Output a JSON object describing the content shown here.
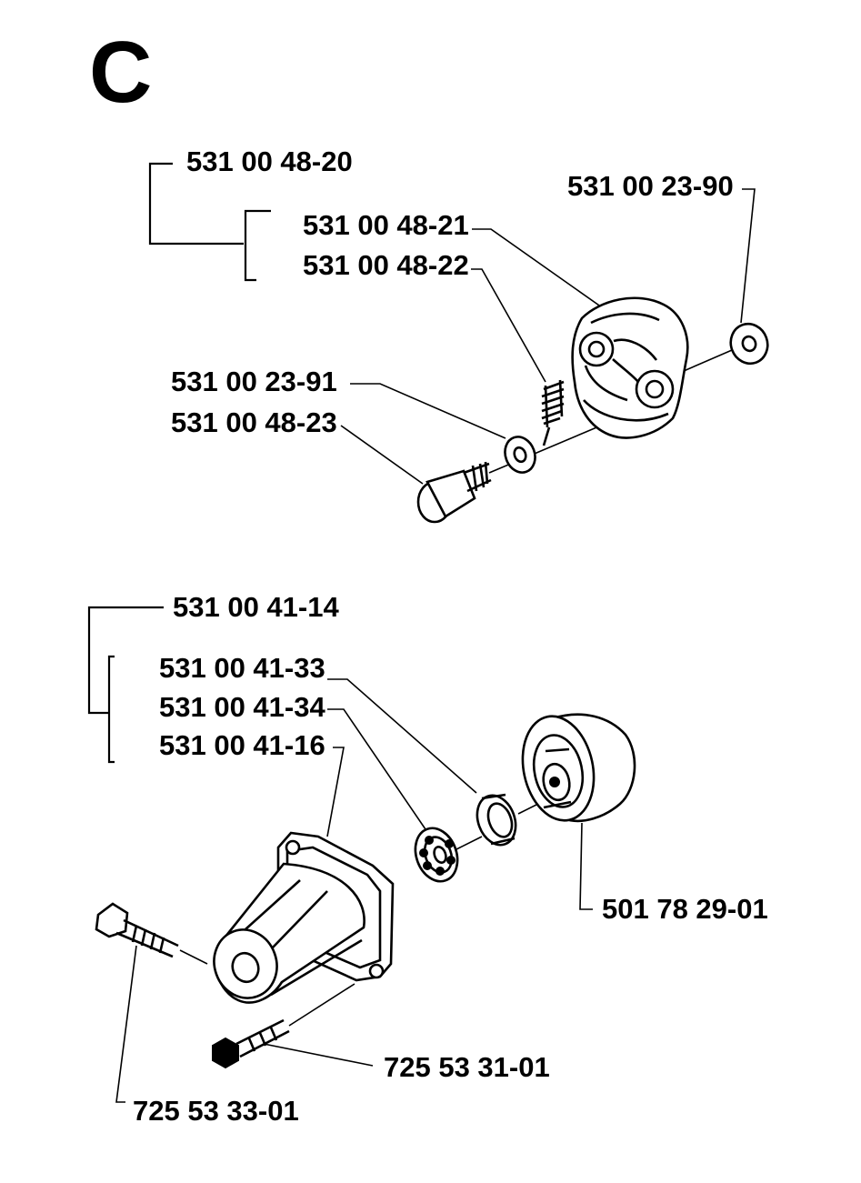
{
  "section_label": "C",
  "upper_group": {
    "assembly": "531 00 48-20",
    "clutch_shoe": "531 00 48-21",
    "spring": "531 00 48-22",
    "washer_front": "531 00 23-91",
    "bolt": "531 00 48-23",
    "washer_rear": "531 00 23-90"
  },
  "lower_group": {
    "assembly": "531 00 41-14",
    "seal": "531 00 41-33",
    "bearing": "531 00 41-34",
    "housing": "531 00 41-16",
    "clutch_drum": "501 78 29-01",
    "screw_short": "725 53 31-01",
    "screw_long": "725 53 33-01"
  }
}
